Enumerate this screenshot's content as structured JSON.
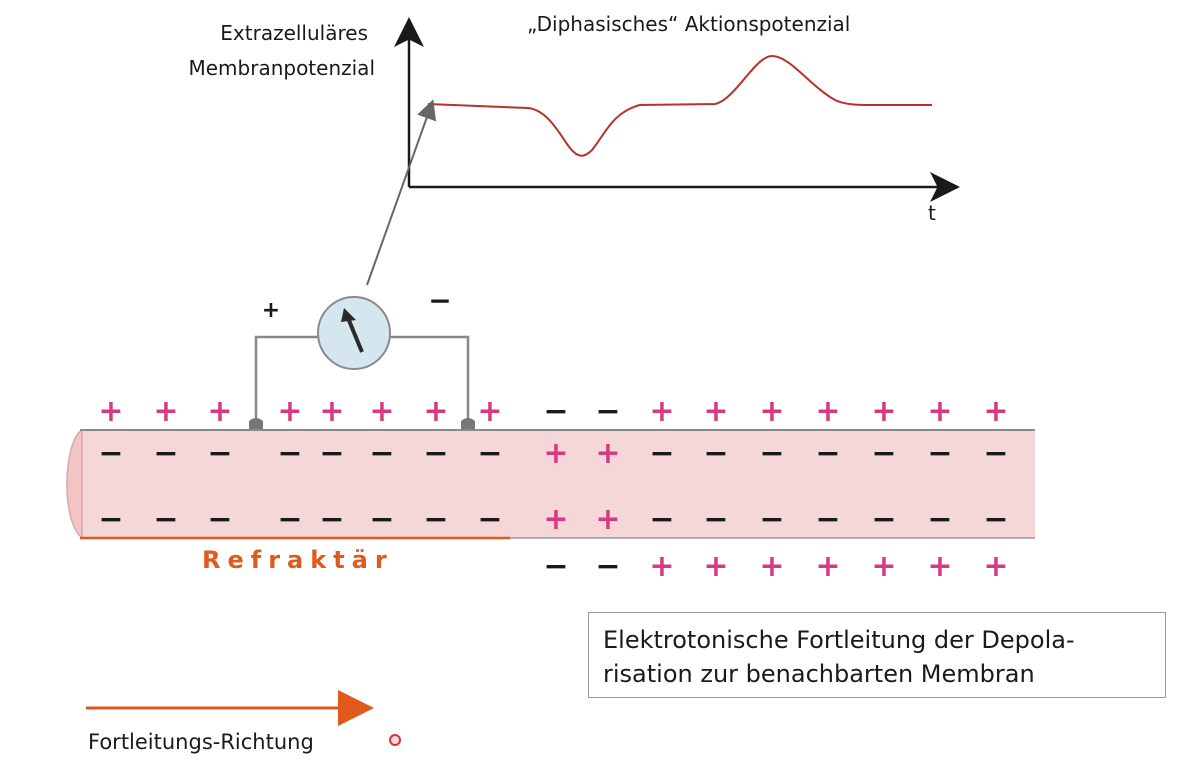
{
  "graph": {
    "y_label_line1": "Extrazelluläres",
    "y_label_line2": "Membranpotenzial",
    "title": "„Diphasisches“ Aktionspotenzial",
    "x_label": "t"
  },
  "meter": {
    "plus": "+",
    "minus": "−"
  },
  "axon": {
    "outer_top_signs": [
      "+",
      "+",
      "+",
      "+",
      "+",
      "+",
      "+",
      "+",
      "−",
      "−",
      "+",
      "+",
      "+",
      "+",
      "+",
      "+",
      "+"
    ],
    "inner_top_signs": [
      "−",
      "−",
      "−",
      "−",
      "−",
      "−",
      "−",
      "−",
      "+",
      "+",
      "−",
      "−",
      "−",
      "−",
      "−",
      "−",
      "−"
    ],
    "inner_bottom_signs": [
      "−",
      "−",
      "−",
      "−",
      "−",
      "−",
      "−",
      "−",
      "+",
      "+",
      "−",
      "−",
      "−",
      "−",
      "−",
      "−",
      "−"
    ],
    "outer_bottom_signs": [
      "−",
      "−",
      "+",
      "+",
      "+",
      "+",
      "+",
      "+",
      "+"
    ],
    "refractory_label": "Refraktär"
  },
  "caption": {
    "line1": "Elektrotonische Fortleitung der Depola-",
    "line2": "risation zur benachbarten Membran"
  },
  "direction_label": "Fortleitungs-Richtung",
  "colors": {
    "axon_fill": "#f7dcdc",
    "plus": "#d63a84",
    "minus": "#1a1a1a",
    "trace": "#b5332b",
    "refractory": "#e05a1c",
    "meter_fill": "#d6e6ee"
  }
}
